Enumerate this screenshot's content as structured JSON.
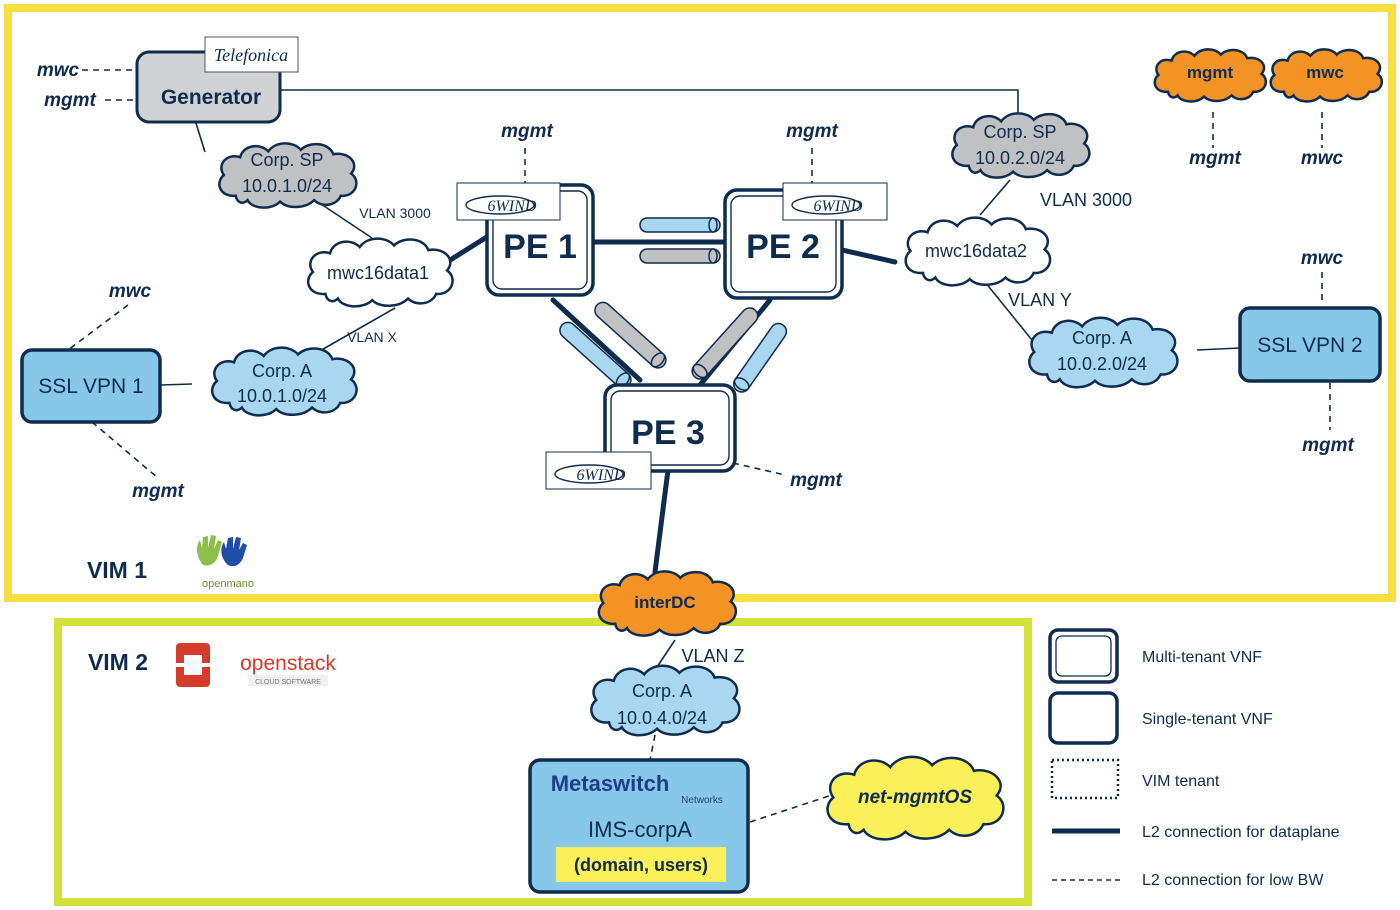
{
  "colors": {
    "vim1_border": "#f7df43",
    "vim2_border": "#d3e23a",
    "navy": "#0f2c4e",
    "light_blue": "#a9d6f0",
    "vnf_blue": "#87c8ea",
    "grey_cloud": "#c0c1c3",
    "orange_cloud": "#f39325",
    "yellow_cloud": "#fbef5a",
    "white_cloud": "#ffffff"
  },
  "vim1": {
    "label": "VIM 1",
    "logo_text": "openmano"
  },
  "vim2": {
    "label": "VIM 2",
    "logo_text": "openstack",
    "logo_sub": "CLOUD SOFTWARE"
  },
  "generator": {
    "label": "Generator",
    "logo": "Telefonica"
  },
  "pe": {
    "pe1": "PE 1",
    "pe2": "PE 2",
    "pe3": "PE 3",
    "logo": "6WIND"
  },
  "ssl": {
    "vpn1": "SSL VPN 1",
    "vpn2": "SSL VPN 2"
  },
  "clouds": {
    "corp_sp_1": {
      "name": "Corp. SP",
      "subnet": "10.0.1.0/24"
    },
    "corp_sp_2": {
      "name": "Corp. SP",
      "subnet": "10.0.2.0/24"
    },
    "mwc16data1": "mwc16data1",
    "mwc16data2": "mwc16data2",
    "corp_a_1": {
      "name": "Corp. A",
      "subnet": "10.0.1.0/24"
    },
    "corp_a_2": {
      "name": "Corp. A",
      "subnet": "10.0.2.0/24"
    },
    "corp_a_4": {
      "name": "Corp. A",
      "subnet": "10.0.4.0/24"
    },
    "mgmt": "mgmt",
    "mwc": "mwc",
    "interdc": "interDC",
    "net_mgmtos": "net-mgmtOS"
  },
  "vlans": {
    "vlan3000_left": "VLAN 3000",
    "vlan3000_right": "VLAN 3000",
    "vlan_x": "VLAN X",
    "vlan_y": "VLAN Y",
    "vlan_z": "VLAN Z"
  },
  "mgmt_labels": {
    "mgmt": "mgmt",
    "mwc": "mwc"
  },
  "ims": {
    "logo_main": "Metaswitch",
    "logo_sub": "Networks",
    "name": "IMS-corpA",
    "detail": "(domain, users)"
  },
  "legend": {
    "multi_tenant": "Multi-tenant VNF",
    "single_tenant": "Single-tenant VNF",
    "vim_tenant": "VIM tenant",
    "l2_dataplane": "L2 connection for dataplane",
    "l2_lowbw": "L2 connection for low BW"
  }
}
